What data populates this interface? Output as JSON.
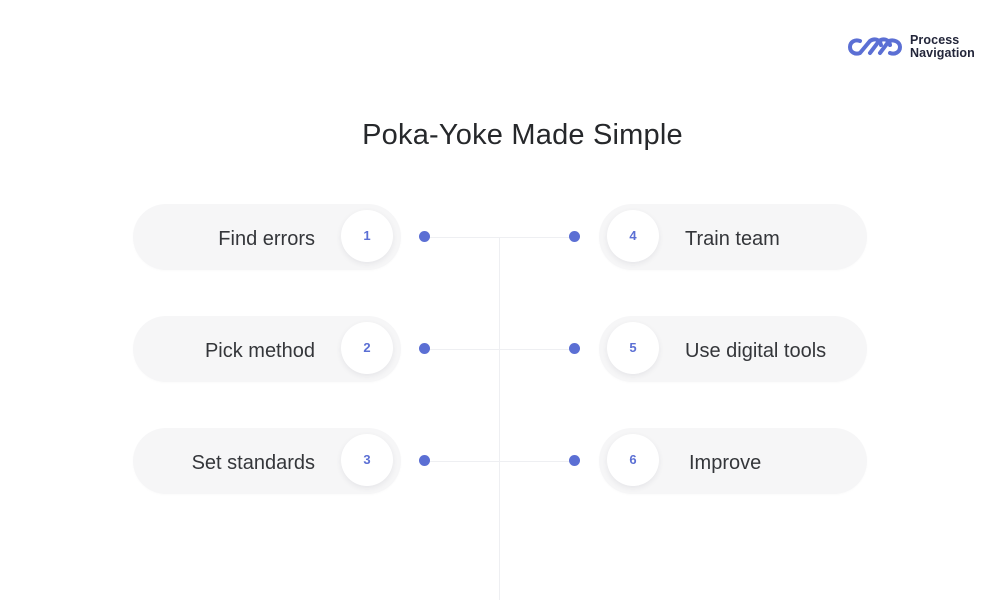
{
  "brand": {
    "line1": "Process",
    "line2": "Navigation",
    "accent": "#5b6fd4"
  },
  "title": "Poka-Yoke Made Simple",
  "steps_left": [
    {
      "number": "1",
      "label": "Find errors"
    },
    {
      "number": "2",
      "label": "Pick method"
    },
    {
      "number": "3",
      "label": "Set standards"
    }
  ],
  "steps_right": [
    {
      "number": "4",
      "label": "Train team"
    },
    {
      "number": "5",
      "label": "Use digital tools"
    },
    {
      "number": "6",
      "label": "Improve"
    }
  ]
}
